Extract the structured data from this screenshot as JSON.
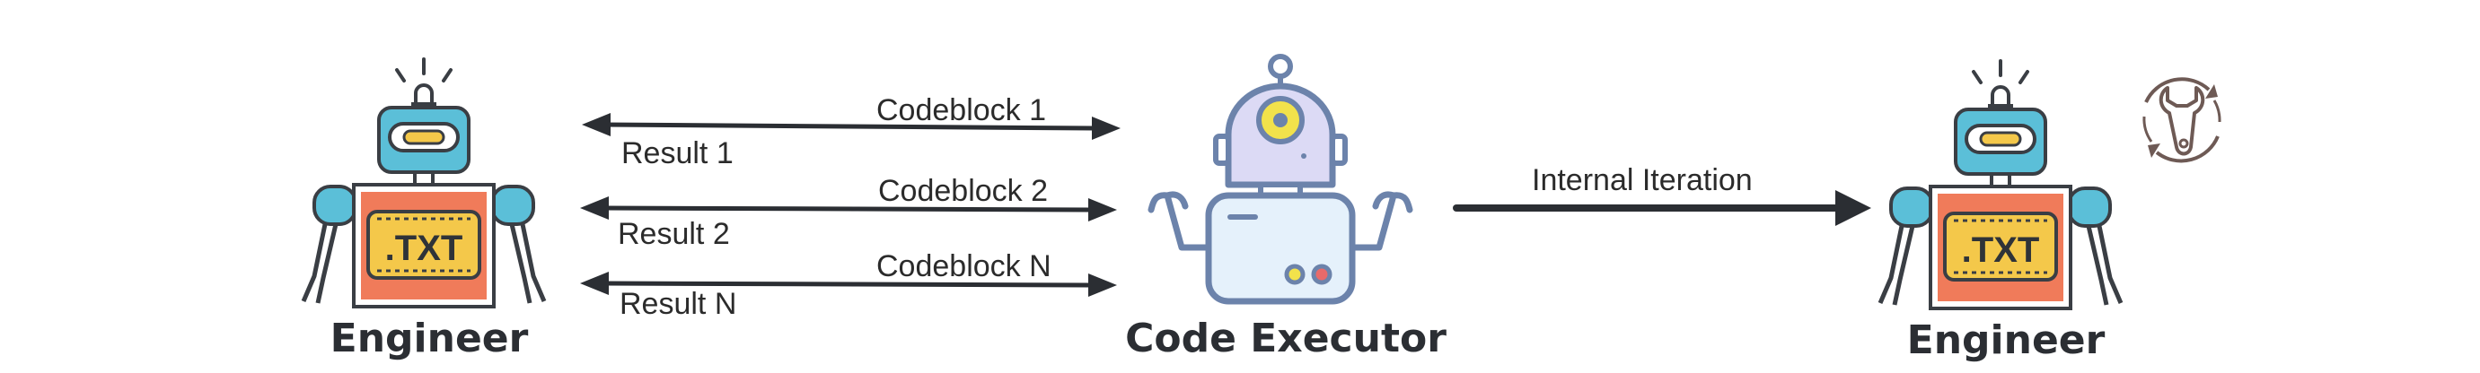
{
  "nodes": {
    "engineer_left": {
      "title": "Engineer",
      "chip": ".TXT"
    },
    "code_executor": {
      "title": "Code Executor"
    },
    "engineer_right": {
      "title": "Engineer",
      "chip": ".TXT"
    }
  },
  "edges": {
    "codeblock_1": "Codeblock 1",
    "result_1": "Result 1",
    "codeblock_2": "Codeblock 2",
    "result_2": "Result 2",
    "codeblock_n": "Codeblock N",
    "result_n": "Result N",
    "internal_iteration": "Internal Iteration"
  },
  "icons": {
    "engineer": "robot-engineer-icon",
    "executor": "robot-executor-icon",
    "iteration": "wrench-cycle-icon"
  },
  "colors": {
    "outline": "#3a3e44",
    "robot_head": "#5bbfd8",
    "robot_body": "#f07b5a",
    "chip": "#f4c84a",
    "executor_outline": "#6c83ab",
    "executor_head": "#dcdaf5",
    "executor_body": "#e5f1fb",
    "arrow": "#2b2e33"
  }
}
